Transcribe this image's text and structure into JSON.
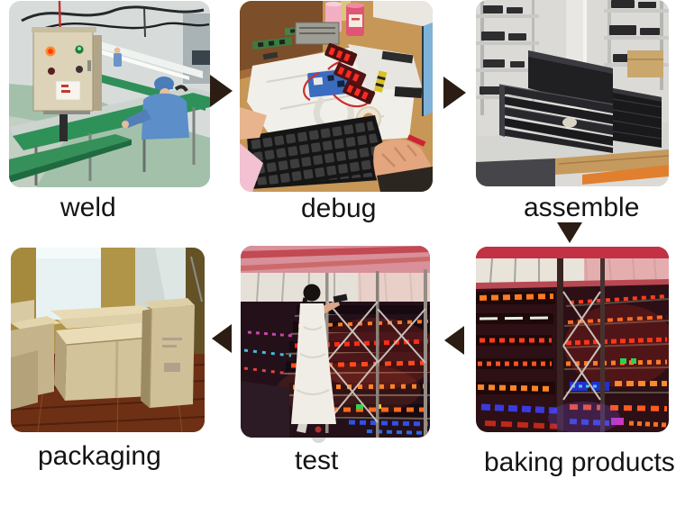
{
  "diagram": {
    "kind": "production-process-flow",
    "background_color": "#ffffff",
    "label_text_color": "#141414",
    "arrow_color": "#2b1d13"
  },
  "steps": [
    {
      "id": "weld",
      "label": "weld",
      "photo": "photo-assembly-line-weld-station"
    },
    {
      "id": "debug",
      "label": "debug",
      "photo": "photo-workbench-led-module-debugging"
    },
    {
      "id": "assemble",
      "label": "assemble",
      "photo": "photo-stacked-black-display-frames"
    },
    {
      "id": "baking-products",
      "label": "baking products",
      "photo": "photo-led-display-aging-room"
    },
    {
      "id": "test",
      "label": "test",
      "photo": "photo-led-display-test-room"
    },
    {
      "id": "packaging",
      "label": "packaging",
      "photo": "photo-carton-boxes-on-floor"
    }
  ],
  "arrows": [
    {
      "from": "weld",
      "to": "debug",
      "direction": "right"
    },
    {
      "from": "debug",
      "to": "assemble",
      "direction": "right"
    },
    {
      "from": "assemble",
      "to": "baking products",
      "direction": "down"
    },
    {
      "from": "baking products",
      "to": "test",
      "direction": "left"
    },
    {
      "from": "test",
      "to": "packaging",
      "direction": "left"
    }
  ]
}
